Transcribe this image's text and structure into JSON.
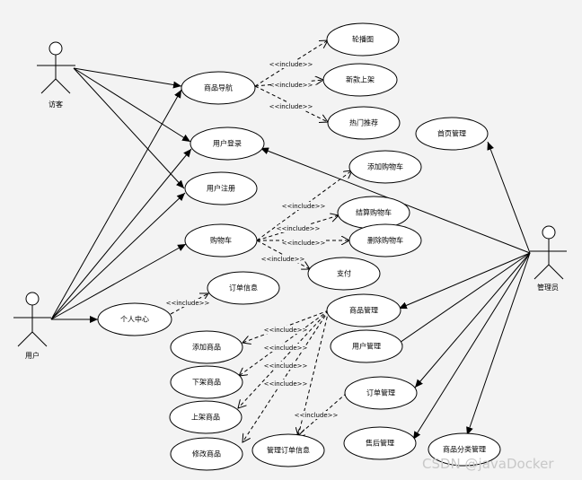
{
  "actors": {
    "visitor": "访客",
    "user": "用户",
    "admin": "管理员"
  },
  "usecases": {
    "nav": "商品导航",
    "carousel": "轮播图",
    "new_arrivals": "新款上架",
    "hot": "热门推荐",
    "login": "用户登录",
    "register": "用户注册",
    "cart": "购物车",
    "add_cart": "添加购物车",
    "checkout": "结算购物车",
    "delete_cart": "删除购物车",
    "pay": "支付",
    "order_info": "订单信息",
    "center": "个人中心",
    "home_mgmt": "首页管理",
    "goods_mgmt": "商品管理",
    "user_mgmt": "用户管理",
    "order_mgmt": "订单管理",
    "after_sales": "售后管理",
    "category_mgmt": "商品分类管理",
    "add_goods": "添加商品",
    "off_shelf": "下架商品",
    "on_shelf": "上架商品",
    "edit_goods": "修改商品",
    "manage_order_info": "管理订单信息"
  },
  "stereotype": "<<include>>",
  "watermark": "CSDN @javaDocker"
}
